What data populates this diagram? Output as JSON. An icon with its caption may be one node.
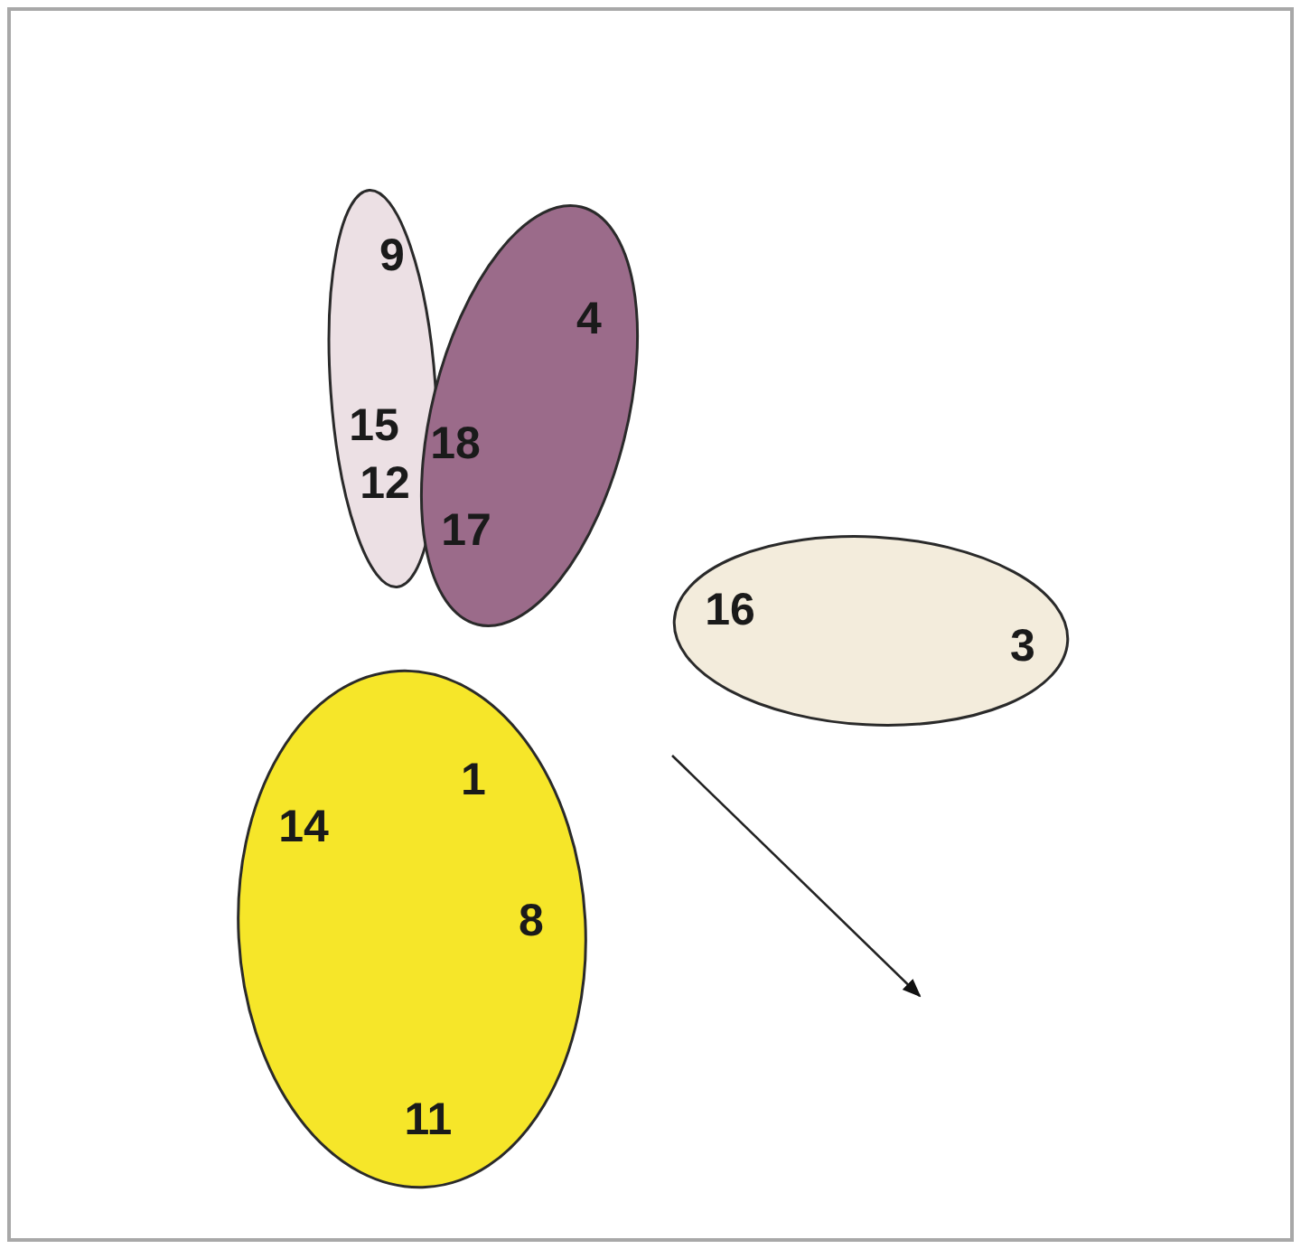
{
  "diagram": {
    "nodes": [
      {
        "text": [
          "9",
          "15",
          "12"
        ]
      },
      {
        "text": [
          "4",
          "18",
          "17"
        ]
      },
      {
        "text": [
          "16",
          "3"
        ]
      },
      {
        "text": [
          "1",
          "14",
          "8",
          "11"
        ]
      }
    ]
  }
}
